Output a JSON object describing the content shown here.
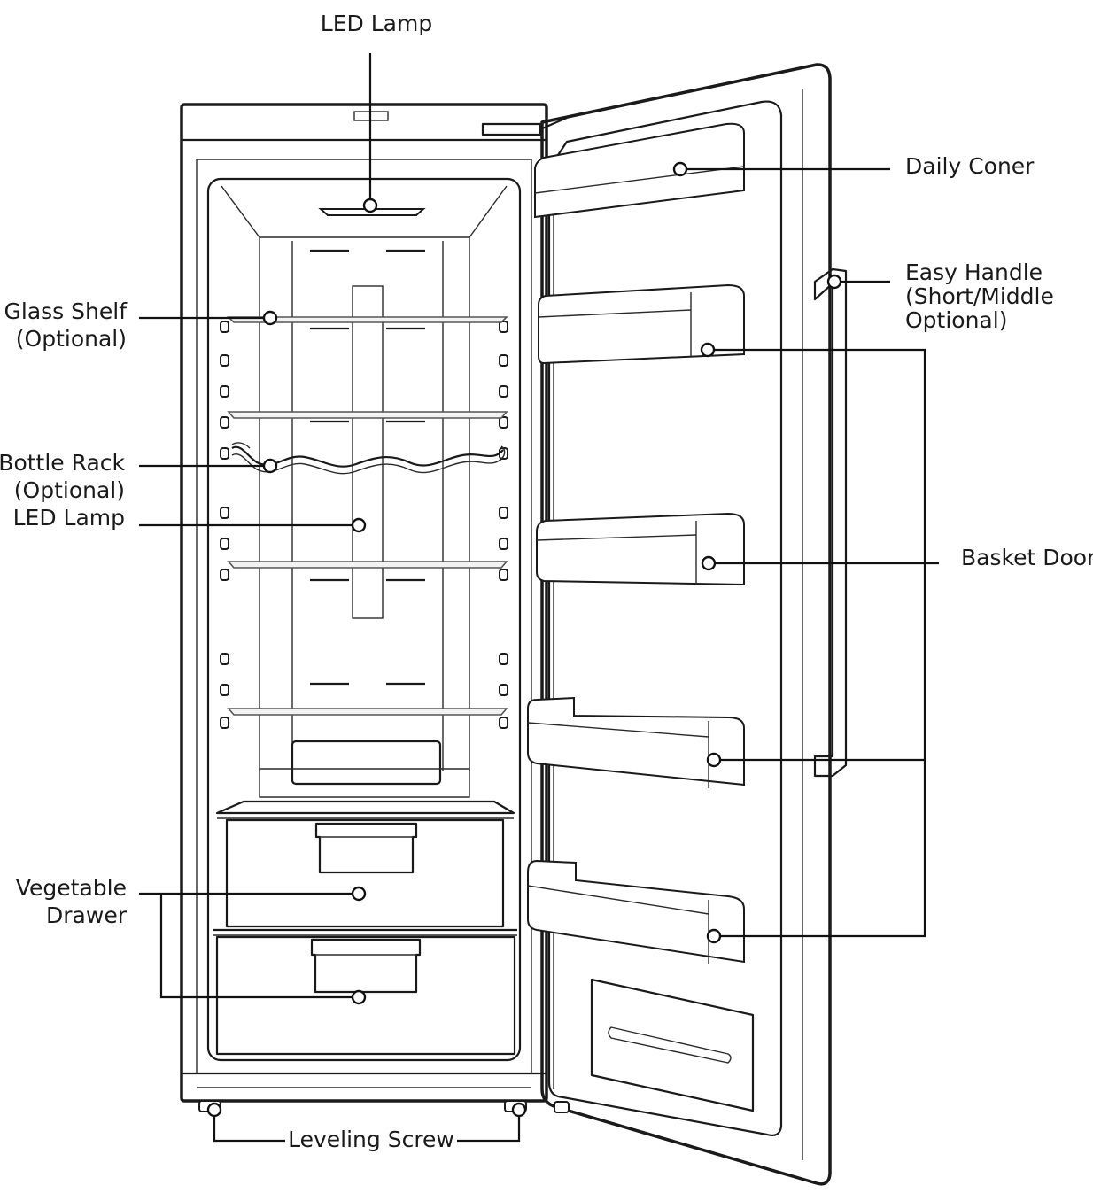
{
  "labels": {
    "led_lamp_top": "LED Lamp",
    "glass_shelf_1": "Glass Shelf",
    "glass_shelf_2": "(Optional)",
    "bottle_rack_1": "Bottle Rack",
    "bottle_rack_2": "(Optional)",
    "led_lamp_side": "LED Lamp",
    "vegetable_1": "Vegetable",
    "vegetable_2": "Drawer",
    "leveling_screw": "Leveling Screw",
    "daily_corner": "Daily Coner",
    "easy_handle_1": "Easy Handle",
    "easy_handle_2": "(Short/Middle",
    "easy_handle_3": "Optional)",
    "basket_door": "Basket Door"
  }
}
